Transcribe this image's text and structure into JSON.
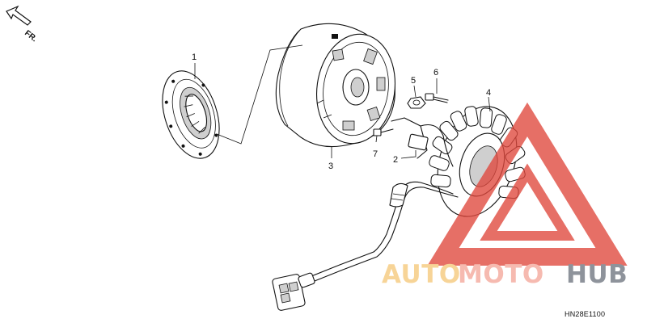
{
  "diagram": {
    "direction_label": "FR.",
    "diagram_code": "HN28E1100",
    "callouts": {
      "part1": "1",
      "part2": "2",
      "part3": "3",
      "part4": "4",
      "part5": "5",
      "part6": "6",
      "part7": "7"
    }
  },
  "watermark": {
    "part_a": "AUTO",
    "part_b": "MOTO",
    "part_c": "HUB",
    "colors": {
      "auto": "#f6c97a",
      "moto": "#f4a79a",
      "hub": "#6f7680",
      "triangle": "#e0473c"
    }
  }
}
